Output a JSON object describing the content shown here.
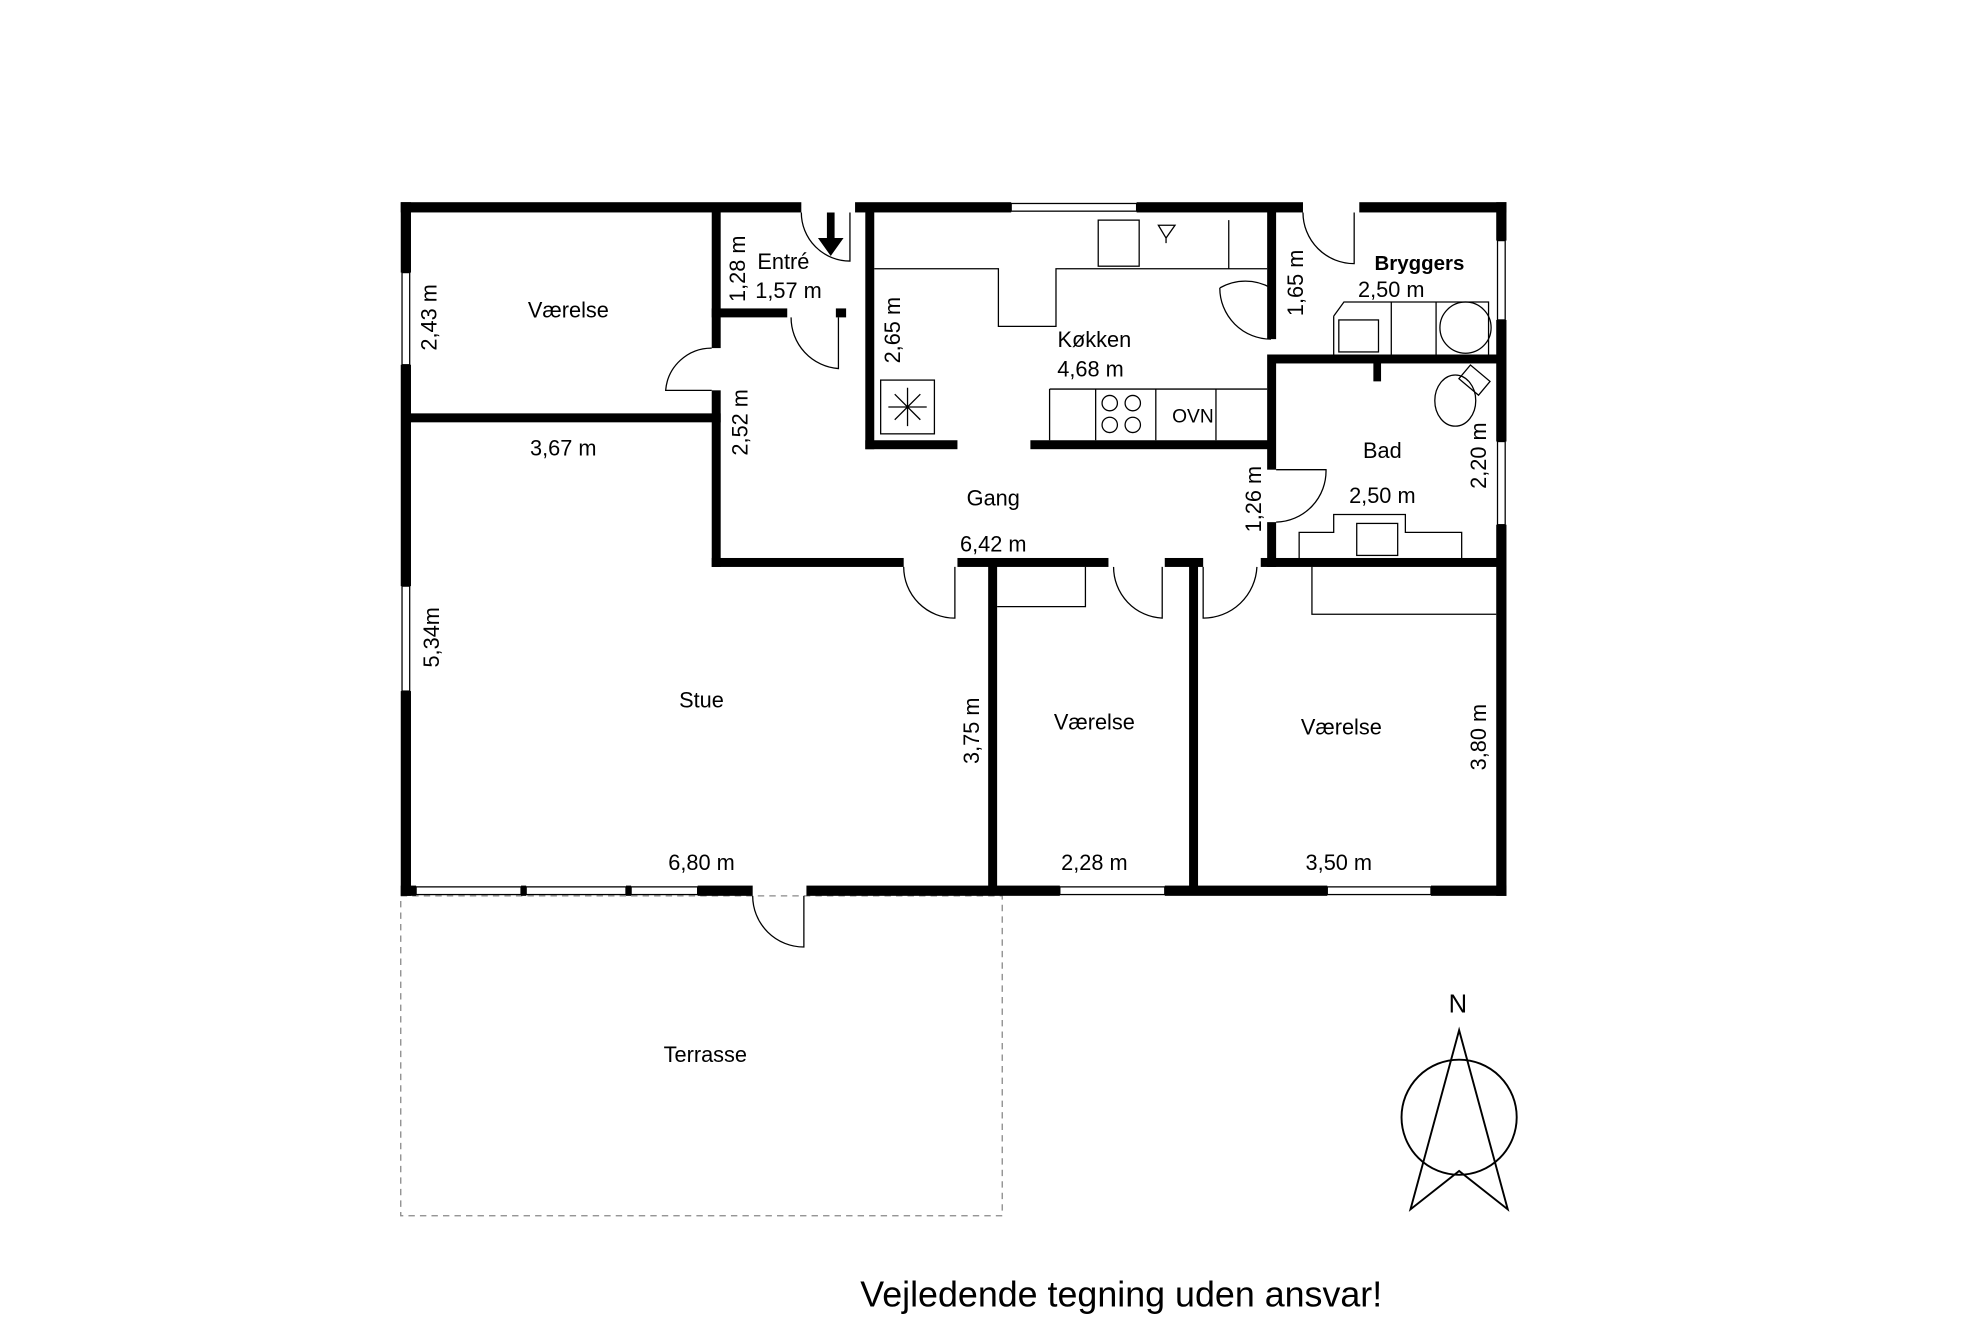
{
  "rooms": {
    "vaerelse_nw": {
      "name": "Værelse",
      "dim_v": "2,43 m",
      "dim_h": "3,67 m"
    },
    "entre": {
      "name": "Entré",
      "dim_h": "1,57 m",
      "dim_v": "1,28 m"
    },
    "kokken": {
      "name": "Køkken",
      "dim_h": "4,68 m",
      "dim_v": "2,65 m",
      "oven": "OVN"
    },
    "bryggers": {
      "name": "Bryggers",
      "dim_h": "2,50 m",
      "dim_v": "1,65 m"
    },
    "bad": {
      "name": "Bad",
      "dim_h": "2,50 m",
      "dim_v": "2,20 m"
    },
    "gang": {
      "name": "Gang",
      "dim_h": "6,42 m",
      "dim_v": "2,52 m",
      "dim_v2": "1,26 m"
    },
    "stue": {
      "name": "Stue",
      "dim_h": "6,80 m",
      "dim_v": "5,34m"
    },
    "vaerelse_mid": {
      "name": "Værelse",
      "dim_h": "2,28 m",
      "dim_v": "3,75 m"
    },
    "vaerelse_se": {
      "name": "Værelse",
      "dim_h": "3,50 m",
      "dim_v": "3,80 m"
    },
    "terrasse": {
      "name": "Terrasse"
    }
  },
  "compass": {
    "label": "N"
  },
  "disclaimer": "Vejledende tegning uden ansvar!"
}
